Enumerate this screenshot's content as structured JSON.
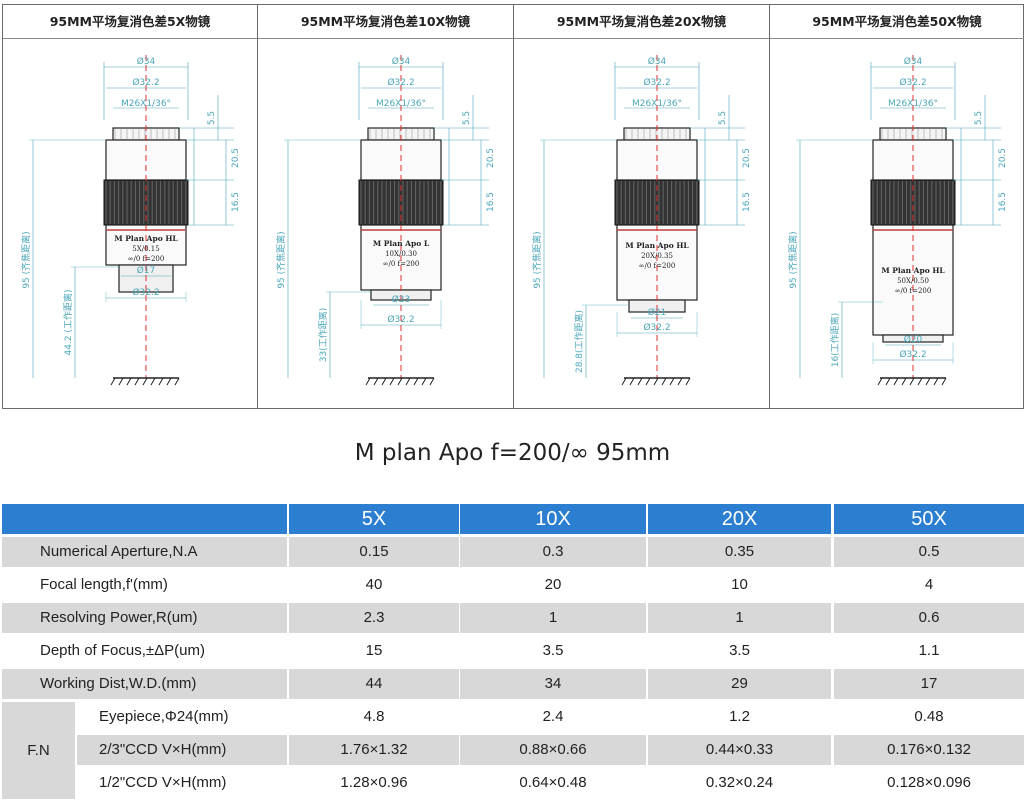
{
  "panels": [
    {
      "title": "95MM平场复消色差5X物镜",
      "dims": {
        "d_top": "Ø34",
        "d_mid": "Ø32.2",
        "thread": "M26X1/36°",
        "h1": "5.5",
        "h2": "20.5",
        "h3": "16.5",
        "total": "95 (齐焦距离)",
        "wd": "44.2 (工作距离)",
        "d_tip": "Ø17",
        "d_bottom": "Ø32.2"
      },
      "label": {
        "line1": "M    Plan    Apo    HL",
        "line2": "5X/0.15",
        "line3": "∞/0     f=200"
      }
    },
    {
      "title": "95MM平场复消色差10X物镜",
      "dims": {
        "d_top": "Ø34",
        "d_mid": "Ø32.2",
        "thread": "M26X1/36°",
        "h1": "5.5",
        "h2": "20.5",
        "h3": "16.5",
        "total": "95 (齐焦距离)",
        "wd": "33(工作距离)",
        "d_tip": "Ø23",
        "d_bottom": "Ø32.2"
      },
      "label": {
        "line1": "M    Plan    Apo    L",
        "line2": "10X/0.30",
        "line3": "∞/0     f=200"
      }
    },
    {
      "title": "95MM平场复消色差20X物镜",
      "dims": {
        "d_top": "Ø34",
        "d_mid": "Ø32.2",
        "thread": "M26X1/36°",
        "h1": "5.5",
        "h2": "20.5",
        "h3": "16.5",
        "total": "95 (齐焦距离)",
        "wd": "28.8(工作距离)",
        "d_tip": "Ø21",
        "d_bottom": "Ø32.2"
      },
      "label": {
        "line1": "M    Plan    Apo    HL",
        "line2": "20X/0.35",
        "line3": "∞/0     f=200"
      }
    },
    {
      "title": "95MM平场复消色差50X物镜",
      "dims": {
        "d_top": "Ø34",
        "d_mid": "Ø32.2",
        "thread": "M26X1/36°",
        "h1": "5.5",
        "h2": "20.5",
        "h3": "16.5",
        "total": "95 (齐焦距离)",
        "wd": "16(工作距离)",
        "d_tip": "Ø20",
        "d_bottom": "Ø32.2"
      },
      "label": {
        "line1": "M    Plan    Apo    HL",
        "line2": "50X/0.50",
        "line3": "∞/0     f=200"
      }
    }
  ],
  "section_title": "M plan Apo f=200/∞ 95mm",
  "table": {
    "columns": [
      "5X",
      "10X",
      "20X",
      "50X"
    ],
    "rows": [
      {
        "label": "Numerical Aperture,N.A",
        "values": [
          "0.15",
          "0.3",
          "0.35",
          "0.5"
        ]
      },
      {
        "label": "Focal length,f'(mm)",
        "values": [
          "40",
          "20",
          "10",
          "4"
        ]
      },
      {
        "label": "Resolving Power,R(um)",
        "values": [
          "2.3",
          "1",
          "1",
          "0.6"
        ]
      },
      {
        "label": "Depth of Focus,±ΔP(um)",
        "values": [
          "15",
          "3.5",
          "3.5",
          "1.1"
        ]
      },
      {
        "label": "Working Dist,W.D.(mm)",
        "values": [
          "44",
          "34",
          "29",
          "17"
        ]
      }
    ],
    "fn_label": "F.N",
    "fn_rows": [
      {
        "label": "Eyepiece,Φ24(mm)",
        "values": [
          "4.8",
          "2.4",
          "1.2",
          "0.48"
        ]
      },
      {
        "label": "2/3\"CCD V×H(mm)",
        "values": [
          "1.76×1.32",
          "0.88×0.66",
          "0.44×0.33",
          "0.176×0.132"
        ]
      },
      {
        "label": "1/2\"CCD V×H(mm)",
        "values": [
          "1.28×0.96",
          "0.64×0.48",
          "0.32×0.24",
          "0.128×0.096"
        ]
      }
    ]
  },
  "colors": {
    "header_blue": "#2c7fd0",
    "row_grey": "#d8d8d8",
    "dimension_teal": "#4aa6b8",
    "axis_red": "#e03030"
  }
}
